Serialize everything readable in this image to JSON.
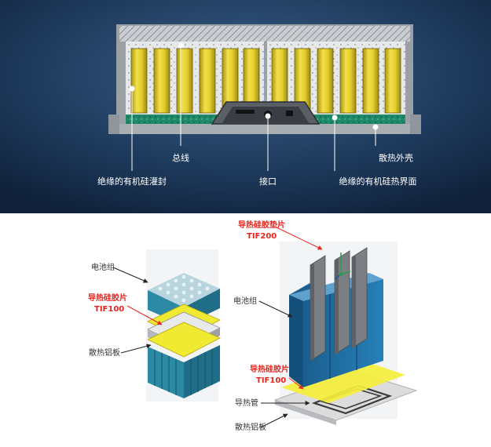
{
  "top": {
    "labels": {
      "busbar": "总线",
      "potting": "绝缘的有机硅灌封",
      "interface_port": "接口",
      "thermal_interface": "绝缘的有机硅热界面",
      "housing": "散热外壳"
    }
  },
  "bottom_left": {
    "battery_pack": "电池组",
    "pad_name": "导热硅胶片",
    "pad_model": "TIF100",
    "plate": "散热铝板"
  },
  "bottom_right": {
    "pad_name": "导热硅胶垫片",
    "pad_model": "TIF200",
    "battery_pack": "电池组",
    "pad2_name": "导热硅胶片",
    "pad2_model": "TIF100",
    "pipe": "导热管",
    "plate": "散热铝板"
  },
  "colors": {
    "top_bg": "#1d3a5c",
    "cell_yellow": "#d8c424",
    "green_layer": "#1f8a6a",
    "label_red": "#e5261f",
    "battery_blue": "#1f6fa3"
  }
}
